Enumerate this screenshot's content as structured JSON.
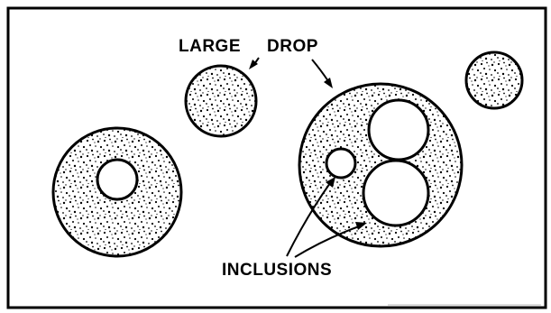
{
  "labels": {
    "large_word": "LARGE",
    "drop_word": "DROP",
    "inclusions": "INCLUSIONS"
  },
  "colors": {
    "ink": "#000000",
    "paper": "#ffffff"
  }
}
